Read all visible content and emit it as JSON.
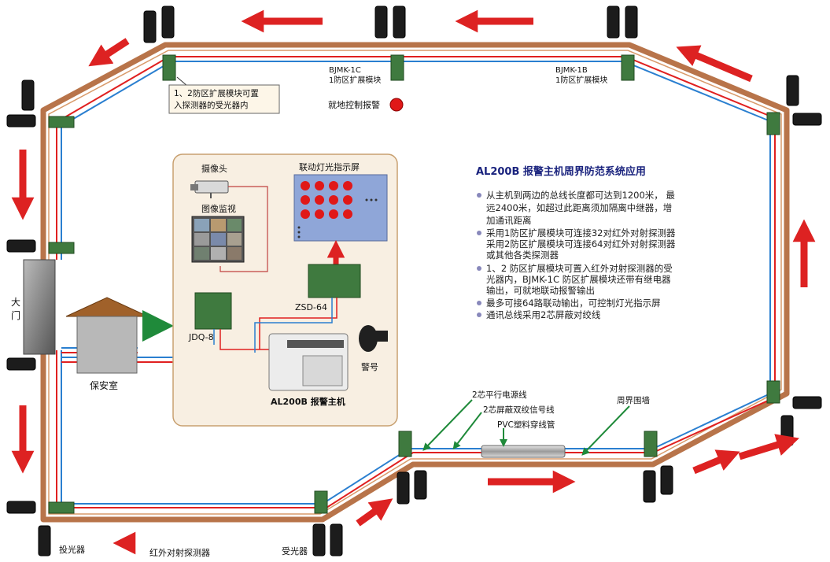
{
  "title": "AL200B 报警主机周界防范系统应用",
  "bullets": [
    [
      "从主机到两边的总线长度都可达到1200米， 最",
      "远2400米，如超过此距离须加隔离中继器，增",
      "加通讯距离"
    ],
    [
      "采用1防区扩展模块可连接32对红外对射探测器",
      "采用2防区扩展模块可连接64对红外对射探测器",
      "或其他各类探测器"
    ],
    [
      "1、2 防区扩展模块可置入红外对射探测器的受",
      "光器内，BJMK-1C 防区扩展模块还带有继电器",
      "输出，可就地联动报警输出"
    ],
    [
      "最多可接64路联动输出，可控制灯光指示屏"
    ],
    [
      "通讯总线采用2芯屏蔽对绞线"
    ]
  ],
  "labels": {
    "bjmk1c": [
      "BJMK-1C",
      "1防区扩展模块"
    ],
    "bjmk1b": [
      "BJMK-1B",
      "1防区扩展模块"
    ],
    "callout": [
      "1、2防区扩展模块可置",
      "入探测器的受光器内"
    ],
    "local_alarm": "就地控制报警",
    "camera": "摄像头",
    "monitor": "图像监视",
    "light_panel": "联动灯光指示屏",
    "zsd": "ZSD-64",
    "jdq": "JDQ-8",
    "siren": "警号",
    "host": "AL200B 报警主机",
    "guard_room": "保安室",
    "gate": [
      "大",
      "门"
    ],
    "power_line": "2芯平行电源线",
    "signal_line": "2芯屏蔽双绞信号线",
    "pvc_pipe": "PVC塑料穿线管",
    "wall": "周界围墙",
    "emitter": "投光器",
    "detector": "红外对射探测器",
    "receiver": "受光器"
  },
  "colors": {
    "wall": "#b8744a",
    "wire_red": "#e02020",
    "wire_blue": "#2a7fd0",
    "arrow": "#dd2222",
    "panel_bg": "#f8efe2",
    "panel_border": "#c8a070",
    "screen_bg": "#8fa6d8",
    "bullet": "#8888bb"
  }
}
